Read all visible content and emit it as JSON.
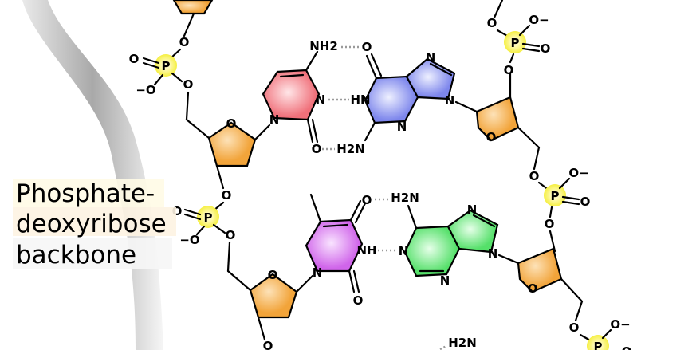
{
  "label": {
    "lines": [
      "Phosphate-",
      "deoxyribose",
      "backbone"
    ]
  },
  "atoms": {
    "O": "O",
    "N": "N",
    "P": "P",
    "NH": "NH",
    "HN": "HN",
    "NH2": "NH2",
    "H2N": "H2N",
    "O_minus": "O−",
    "minus_O": "−O"
  },
  "colors": {
    "phosphate": "#f5ef40",
    "sugar": "#f2a43a",
    "cytosine": "#f0707a",
    "guanine": "#7d86ec",
    "thymine": "#d065ea",
    "adenine": "#55e06a",
    "hydrogen_bond": "#9a9a9a"
  }
}
